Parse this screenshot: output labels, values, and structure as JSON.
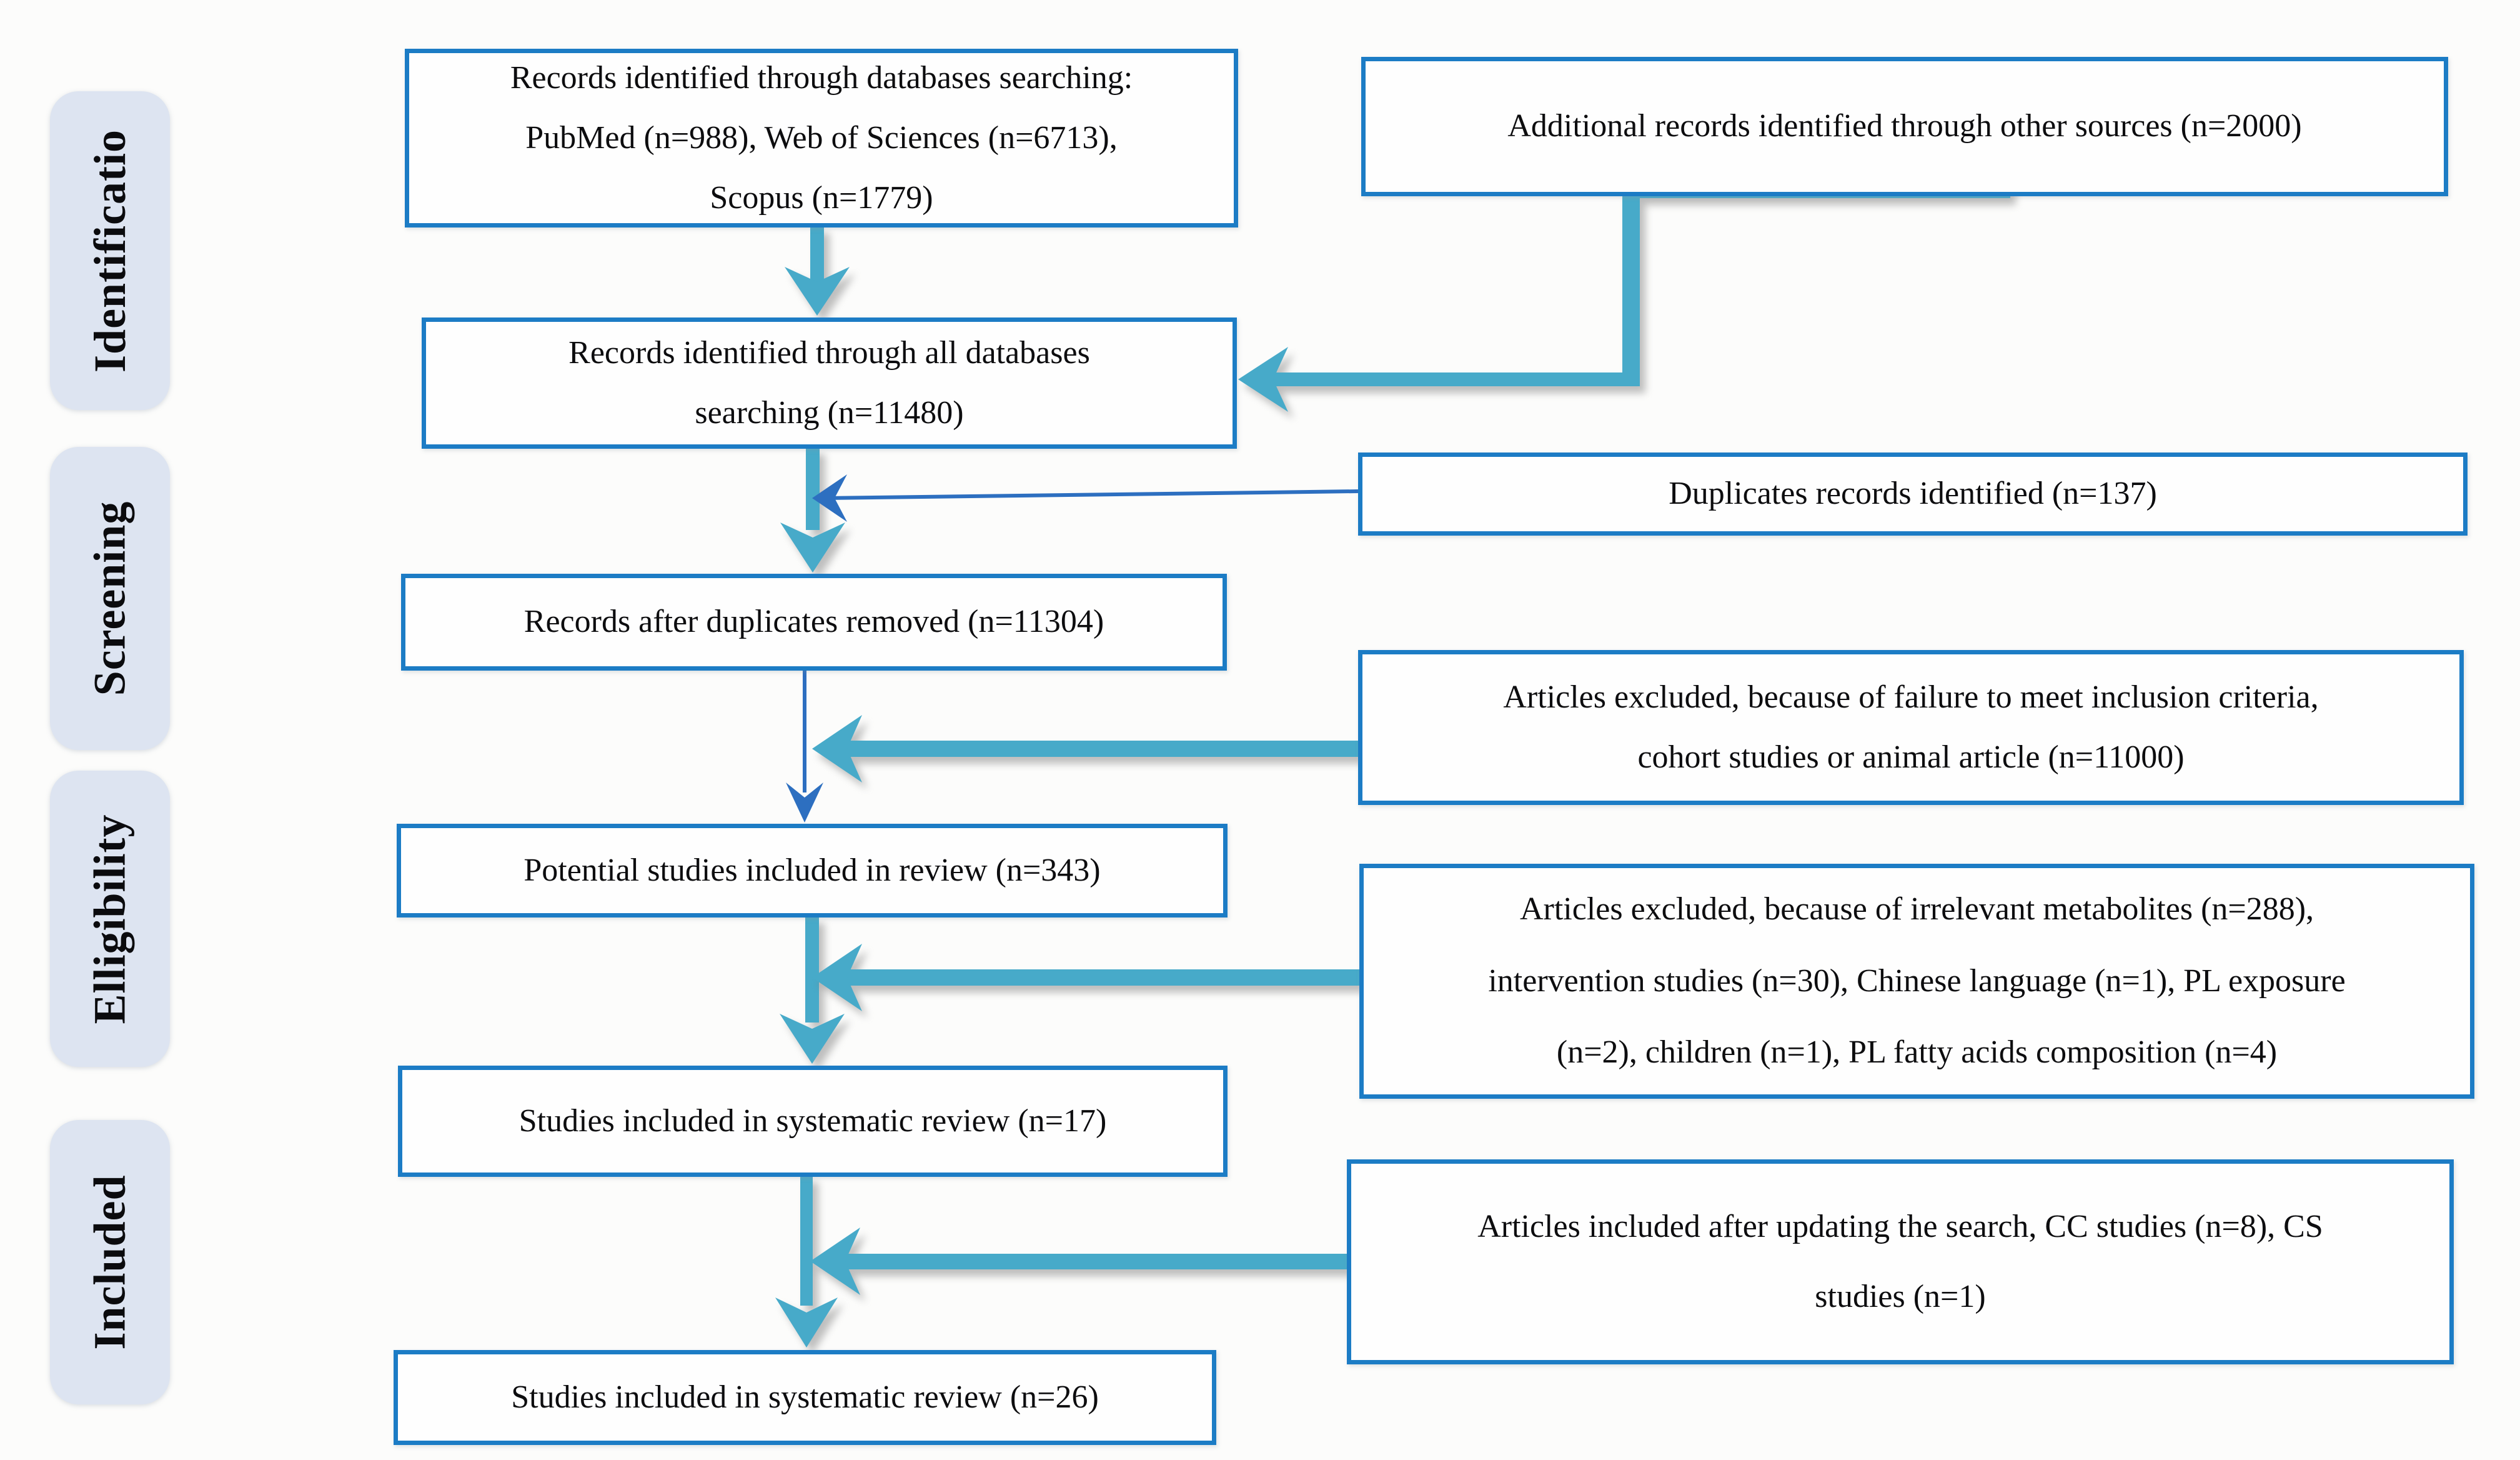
{
  "stages": {
    "identification": "Identificatio",
    "screening": "Screening",
    "eligibility": "Elligibility",
    "included": "Included"
  },
  "boxes": {
    "db_search": "Records identified through databases searching:\nPubMed (n=988), Web of Sciences (n=6713),\nScopus (n=1779)",
    "other_sources": "Additional records identified through other sources (n=2000)",
    "all_databases": "Records identified through all databases\nsearching (n=11480)",
    "duplicates": "Duplicates records identified (n=137)",
    "after_duplicates": "Records after duplicates removed (n=11304)",
    "excluded_criteria": "Articles excluded, because of failure to meet inclusion criteria,\ncohort studies or animal article (n=11000)",
    "potential": "Potential studies included in review (n=343)",
    "excluded_metabolites": "Articles excluded, because of irrelevant metabolites (n=288),\nintervention studies (n=30), Chinese language (n=1), PL exposure\n(n=2), children (n=1), PL fatty acids composition (n=4)",
    "systematic_17": "Studies included in systematic review (n=17)",
    "updated_search": "Articles included after updating the search, CC studies (n=8), CS\nstudies (n=1)",
    "systematic_26": "Studies included in systematic review (n=26)"
  },
  "colors": {
    "box_border": "#1c7cc5",
    "arrow_teal": "#47aac9",
    "arrow_blue": "#2d6fc0",
    "stage_bg": "#dde4f1",
    "ink": "#0d0d0f",
    "paper": "#fcfcfb"
  }
}
